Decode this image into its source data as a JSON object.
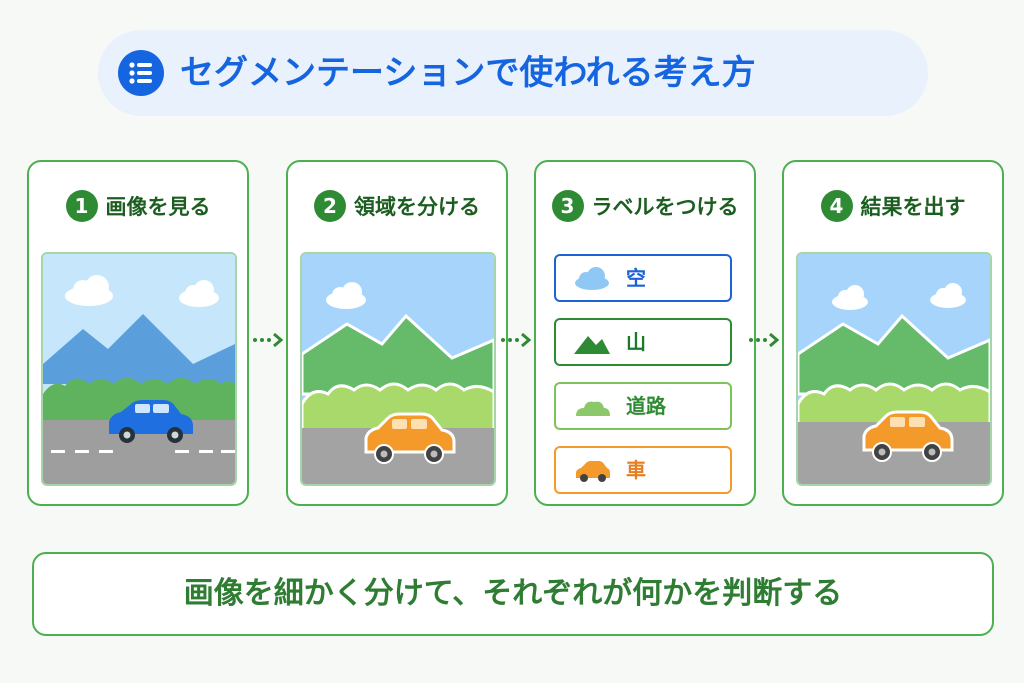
{
  "title": "セグメンテーションで使われる考え方",
  "steps": [
    {
      "number": "1",
      "label": "画像を見る"
    },
    {
      "number": "2",
      "label": "領域を分ける"
    },
    {
      "number": "3",
      "label": "ラベルをつける"
    },
    {
      "number": "4",
      "label": "結果を出す"
    }
  ],
  "labels": [
    {
      "text": "空",
      "icon": "cloud-icon",
      "color": "#1e63d6"
    },
    {
      "text": "山",
      "icon": "mountain-icon",
      "color": "#1b7a2a"
    },
    {
      "text": "道路",
      "icon": "bush-icon",
      "color": "#2e8b34"
    },
    {
      "text": "車",
      "icon": "car-icon",
      "color": "#e67e22"
    }
  ],
  "summary": "画像を細かく分けて、それぞれが何かを判断する",
  "colors": {
    "accent_blue": "#1565e0",
    "accent_green": "#2e8b34",
    "sky": "#bfe3fa",
    "mountain": "#5aa0dc",
    "car_blue": "#1f6fe0",
    "car_orange": "#f39a2b"
  }
}
